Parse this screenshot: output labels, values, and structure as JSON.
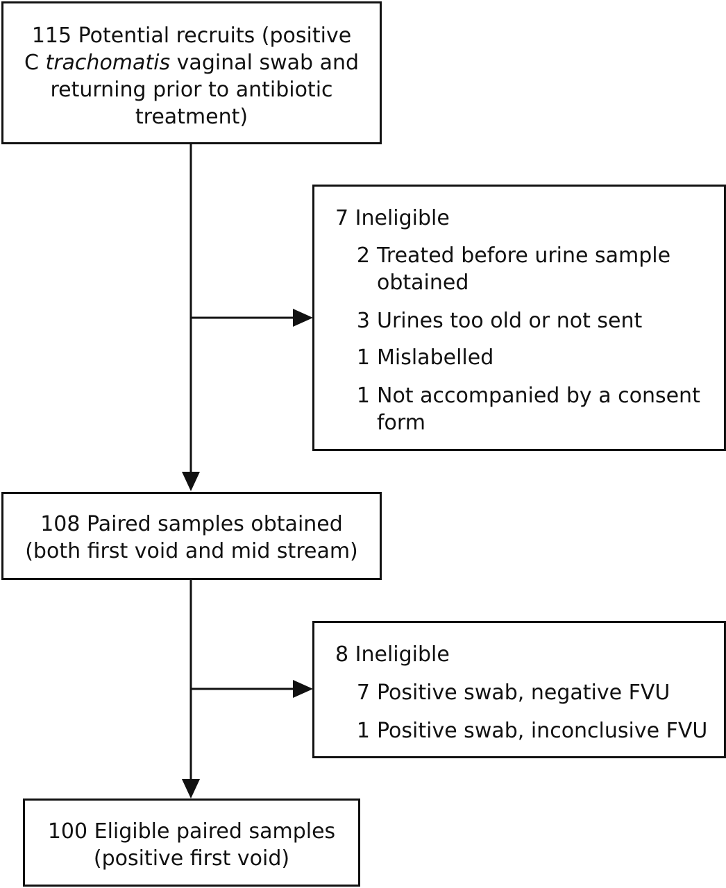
{
  "boxes": {
    "potential_recruits": {
      "lines": [
        "115 Potential recruits (positive",
        "C trachomatis vaginal swab and",
        "returning prior to antibiotic",
        "treatment)"
      ],
      "line2_prefix": "C ",
      "line2_italic": "trachomatis",
      "line2_suffix": " vaginal swab and"
    },
    "ineligible_1": {
      "heading": "7 Ineligible",
      "items": [
        {
          "count": "2",
          "lines": [
            "Treated before urine sample",
            "obtained"
          ]
        },
        {
          "count": "3",
          "lines": [
            "Urines too old or not sent"
          ]
        },
        {
          "count": "1",
          "lines": [
            "Mislabelled"
          ]
        },
        {
          "count": "1",
          "lines": [
            "Not accompanied by a consent",
            "form"
          ]
        }
      ]
    },
    "paired_samples": {
      "lines": [
        "108 Paired samples obtained",
        "(both first void and mid stream)"
      ]
    },
    "ineligible_2": {
      "heading": "8 Ineligible",
      "items": [
        {
          "count": "7",
          "lines": [
            "Positive swab, negative FVU"
          ]
        },
        {
          "count": "1",
          "lines": [
            "Positive swab, inconclusive FVU"
          ]
        }
      ]
    },
    "eligible": {
      "lines": [
        "100 Eligible paired samples",
        "(positive first void)"
      ]
    }
  },
  "colors": {
    "line": "#111111",
    "background": "#ffffff"
  }
}
